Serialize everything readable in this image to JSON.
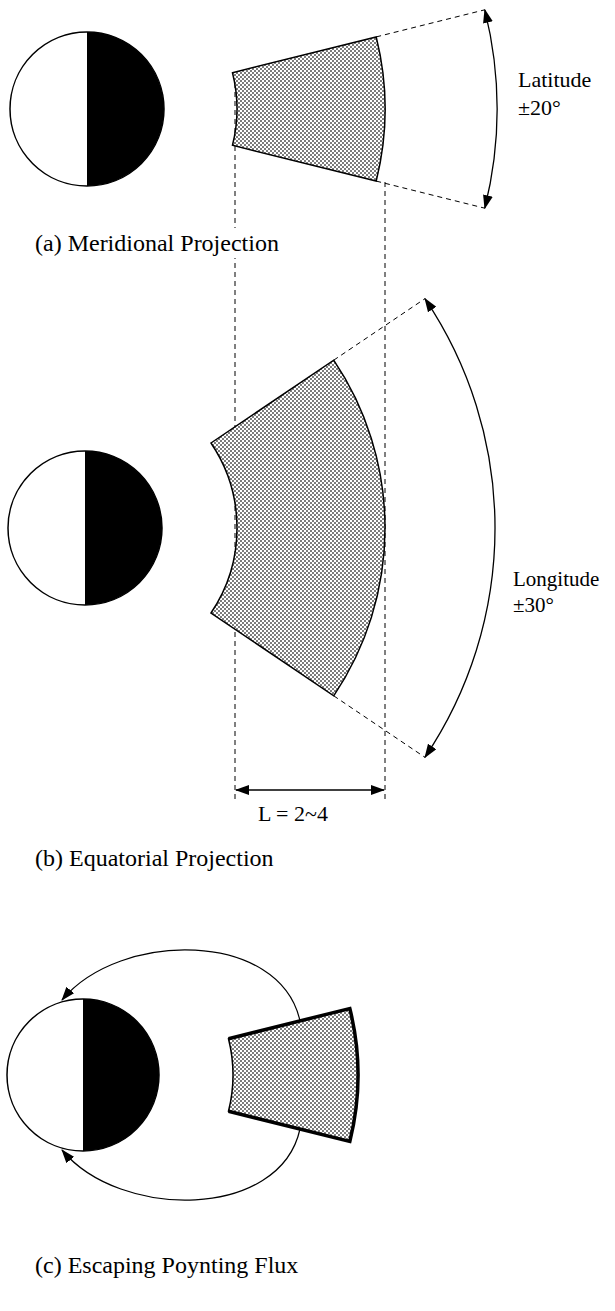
{
  "diagram": {
    "labels": [
      "Latitude ±20°",
      "(a) Meridional Projection",
      "Longitude ±30°",
      "L = 2~4",
      "(b) Equatorial Projection",
      "(c) Escaping Poynting Flux"
    ]
  }
}
